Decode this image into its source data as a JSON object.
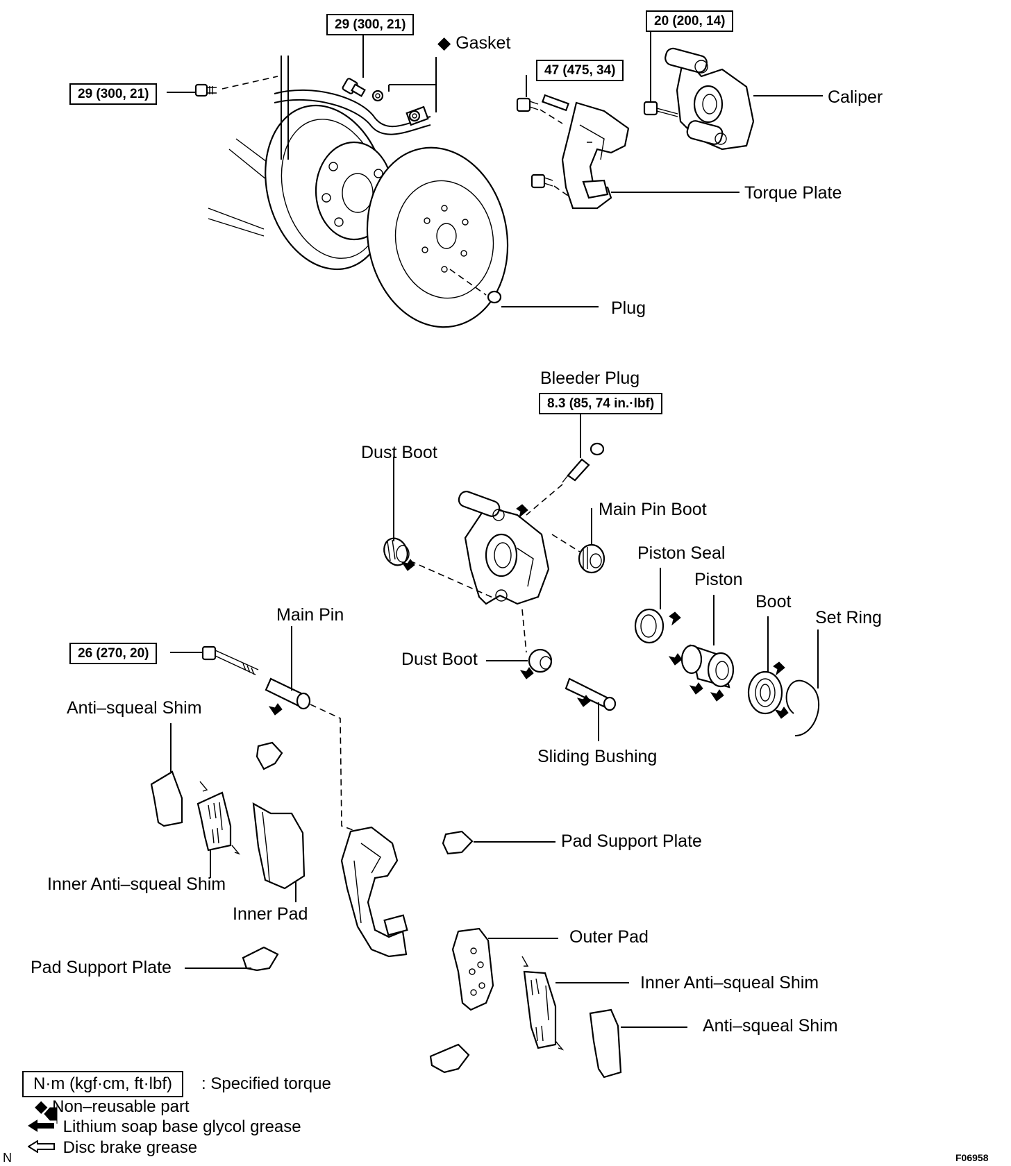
{
  "diagram": {
    "title": "Rear disc brake components (exploded view)",
    "figure_code": "F06958",
    "corner_mark": "N"
  },
  "torque_specs": {
    "flex_hose_union_left": "29 (300, 21)",
    "flex_hose_union_top": "29 (300, 21)",
    "torque_plate_bolt": "47 (475, 34)",
    "caliper_bolt": "20 (200, 14)",
    "bleeder_plug": "8.3 (85, 74 in.·lbf)",
    "main_pin_bolt": "26 (270, 20)"
  },
  "labels": {
    "gasket": "Gasket",
    "caliper": "Caliper",
    "torque_plate": "Torque Plate",
    "plug": "Plug",
    "bleeder_plug": "Bleeder Plug",
    "dust_boot_top": "Dust Boot",
    "main_pin_boot": "Main Pin Boot",
    "piston_seal": "Piston Seal",
    "piston": "Piston",
    "boot": "Boot",
    "set_ring": "Set Ring",
    "main_pin": "Main Pin",
    "dust_boot_mid": "Dust Boot",
    "sliding_bushing": "Sliding Bushing",
    "anti_squeal_shim_left": "Anti–squeal Shim",
    "inner_anti_squeal_shim_left": "Inner Anti–squeal Shim",
    "inner_pad": "Inner Pad",
    "pad_support_plate_left": "Pad Support Plate",
    "pad_support_plate_right": "Pad Support Plate",
    "outer_pad": "Outer Pad",
    "inner_anti_squeal_shim_right": "Inner Anti–squeal Shim",
    "anti_squeal_shim_right": "Anti–squeal Shim"
  },
  "symbols": {
    "non_reusable": "◆"
  },
  "legend": {
    "torque_unit": "N·m (kgf·cm, ft·lbf)",
    "torque_desc": ": Specified torque",
    "non_reusable": "Non–reusable part",
    "lithium_grease": "Lithium soap base glycol grease",
    "disc_brake_grease": "Disc brake grease"
  }
}
